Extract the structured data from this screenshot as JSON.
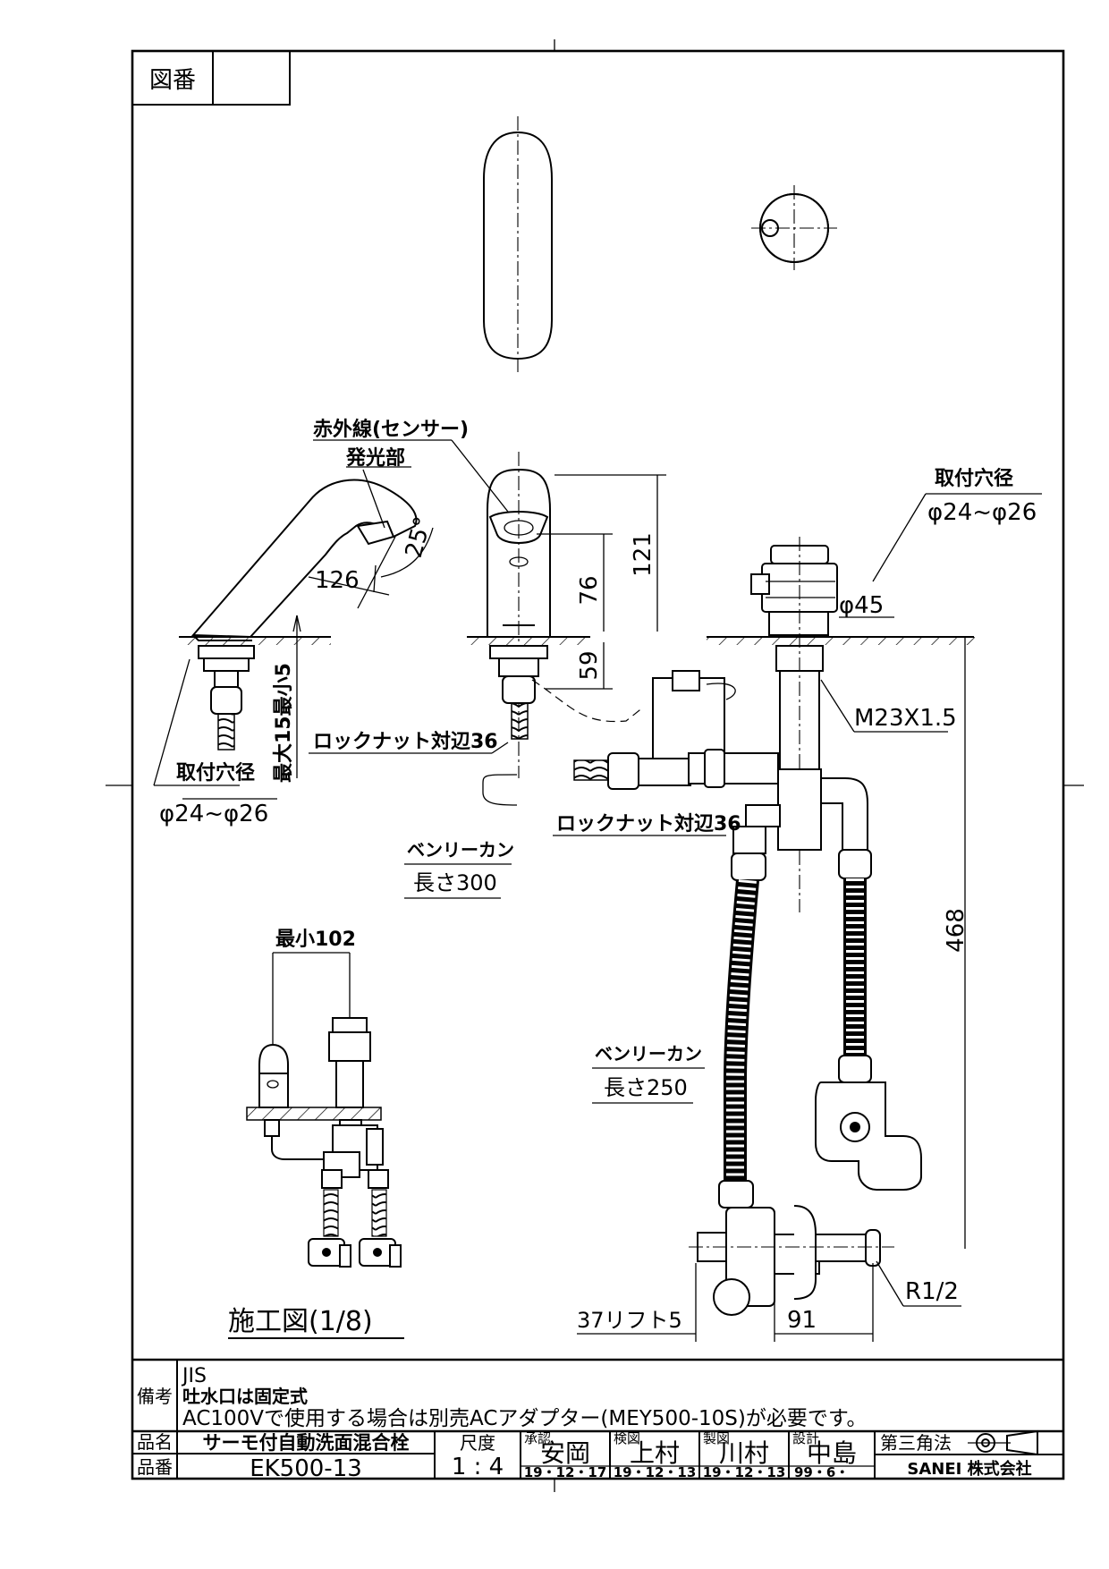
{
  "frame": {
    "zuban_label": "図番",
    "zuban_value": ""
  },
  "labels": {
    "sensor": "赤外線(センサー)",
    "emitter": "発光部",
    "mount_hole_right_title": "取付穴径",
    "mount_hole_right_value": "φ24~φ26",
    "mount_hole_left_title": "取付穴径",
    "mount_hole_left_value": "φ24~φ26",
    "dia45": "φ45",
    "thread": "M23X1.5",
    "locknut_1": "ロックナット対辺36",
    "locknut_2": "ロックナット対辺36",
    "flex_hose_1_title": "ベンリーカン",
    "flex_hose_1_len": "長さ300",
    "flex_hose_2_title": "ベンリーカン",
    "flex_hose_2_len": "長さ250",
    "install_fig": "施工図(1/8)",
    "r12": "R1/2",
    "lift": "37リフト5"
  },
  "dimensions": {
    "d25deg": "25°",
    "d126": "126",
    "d121": "121",
    "d76": "76",
    "d59": "59",
    "d468": "468",
    "d91": "91",
    "d_min102": "最小102",
    "d_max15min5": "最大15最小5"
  },
  "notes": {
    "label": "備考",
    "line1": "JIS",
    "line2": "吐水口は固定式",
    "line3": "AC100Vで使用する場合は別売ACアダプター(MEY500-10S)が必要です。"
  },
  "titleblock": {
    "hinmei_label": "品名",
    "hinmei_value": "サーモ付自動洗面混合栓",
    "hinban_label": "品番",
    "hinban_value": "EK500-13",
    "scale_label": "尺度",
    "scale_value": "1 : 4",
    "approve_label": "承認",
    "approve_name": "安岡",
    "approve_date": "19・12・17",
    "check_label": "検図",
    "check_name": "上村",
    "check_date": "19・12・13",
    "draw_label": "製図",
    "draw_name": "川村",
    "draw_date": "19・12・13",
    "design_label": "設計",
    "design_name": "中島",
    "design_date": "99・6・",
    "projection": "第三角法",
    "company": "SANEI 株式会社"
  }
}
